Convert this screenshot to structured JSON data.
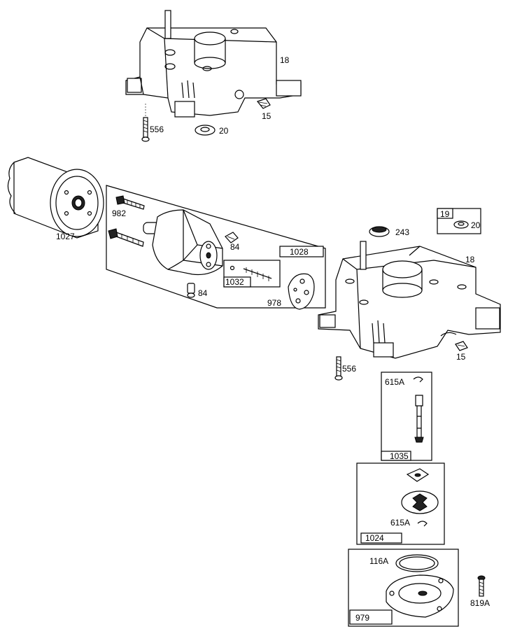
{
  "labels": {
    "top_case_18": "18",
    "top_bolt_556": "556",
    "top_seal_20": "20",
    "top_plug_15": "15",
    "oil_filter_1027": "1027",
    "screw_982": "982",
    "fitting_84_upper": "84",
    "fitting_84_lower": "84",
    "kit_1028": "1028",
    "kit_1032": "1032",
    "gasket_978": "978",
    "kit_19": "19",
    "seal_20": "20",
    "cap_243": "243",
    "case_18": "18",
    "plug_15": "15",
    "bolt_556": "556",
    "ring_615A_upper": "615A",
    "kit_1035": "1035",
    "ring_615A_lower": "615A",
    "kit_1024": "1024",
    "oring_116A": "116A",
    "kit_979": "979",
    "screw_819A": "819A"
  }
}
